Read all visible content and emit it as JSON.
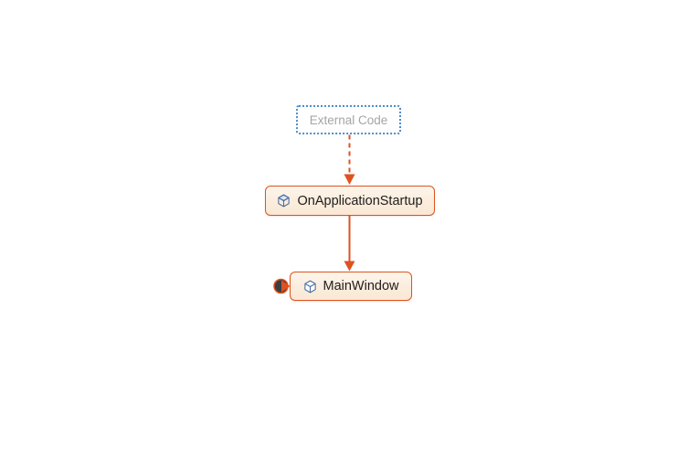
{
  "diagram": {
    "title": "call-hierarchy-code-map",
    "nodes": [
      {
        "id": "external-code",
        "label": "External Code",
        "kind": "external-group",
        "border_style": "dotted",
        "border_color": "#4e8cc8",
        "text_color": "#a5a5a5"
      },
      {
        "id": "on-application-startup",
        "label": "OnApplicationStartup",
        "kind": "method-node",
        "icon": "cube-icon",
        "border_color": "#e0521e",
        "fill": "#fbecdc",
        "text_color": "#1d1d1d"
      },
      {
        "id": "main-window",
        "label": "MainWindow",
        "kind": "type-node",
        "icon": "cube-icon",
        "border_color": "#e0521e",
        "fill": "#fbecdc",
        "text_color": "#1d1d1d"
      }
    ],
    "edges": [
      {
        "from": "External Code",
        "to": "OnApplicationStartup",
        "style": "dashed",
        "direction": "down",
        "color": "#df5220"
      },
      {
        "from": "OnApplicationStartup",
        "to": "MainWindow",
        "style": "solid",
        "direction": "down",
        "color": "#df5220"
      }
    ],
    "indicators": [
      {
        "on": "MainWindow",
        "name": "collapsed-links-badge",
        "shape": "dark-circle-with-orange-arrow",
        "fill": "#3a3f42",
        "ring": "#df5220"
      }
    ],
    "colors": {
      "background": "#ffffff",
      "node_border_orange": "#e0521e",
      "node_fill_cream": "#fbecdc",
      "edge_orange": "#df5220",
      "external_border_blue": "#4e8cc8",
      "external_text_gray": "#a5a5a5",
      "label_text": "#1d1d1d",
      "icon_blue": "#4169a1",
      "badge_dark": "#3a3f42"
    }
  }
}
